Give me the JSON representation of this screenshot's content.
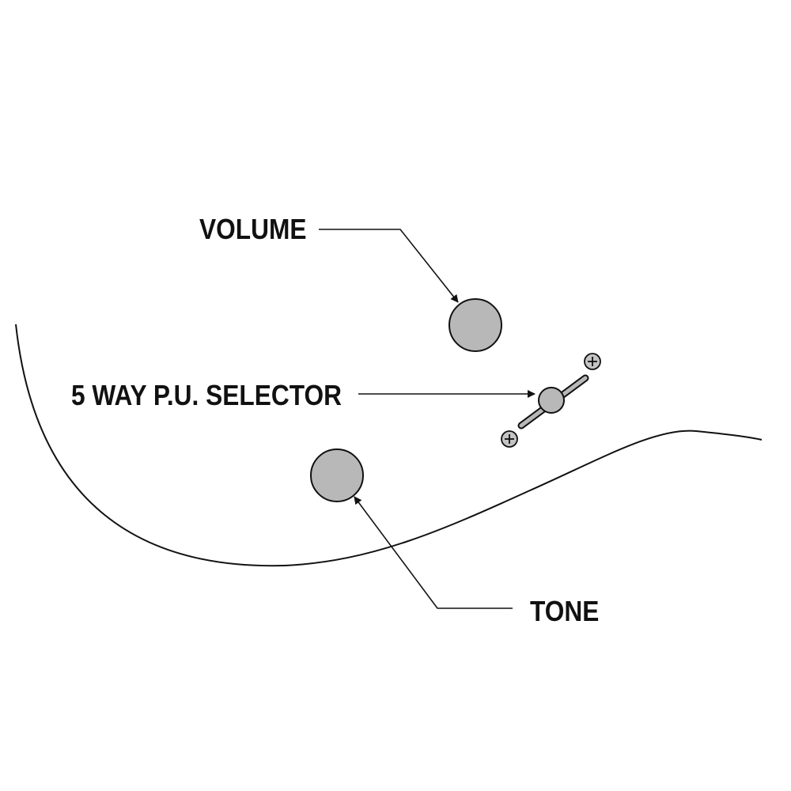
{
  "labels": {
    "volume": "VOLUME",
    "selector": "5 WAY P.U. SELECTOR",
    "tone": "TONE"
  },
  "colors": {
    "background": "#ffffff",
    "line": "#111111",
    "knob_fill": "#b8b8b8",
    "screw_fill": "#c4c4c4"
  }
}
